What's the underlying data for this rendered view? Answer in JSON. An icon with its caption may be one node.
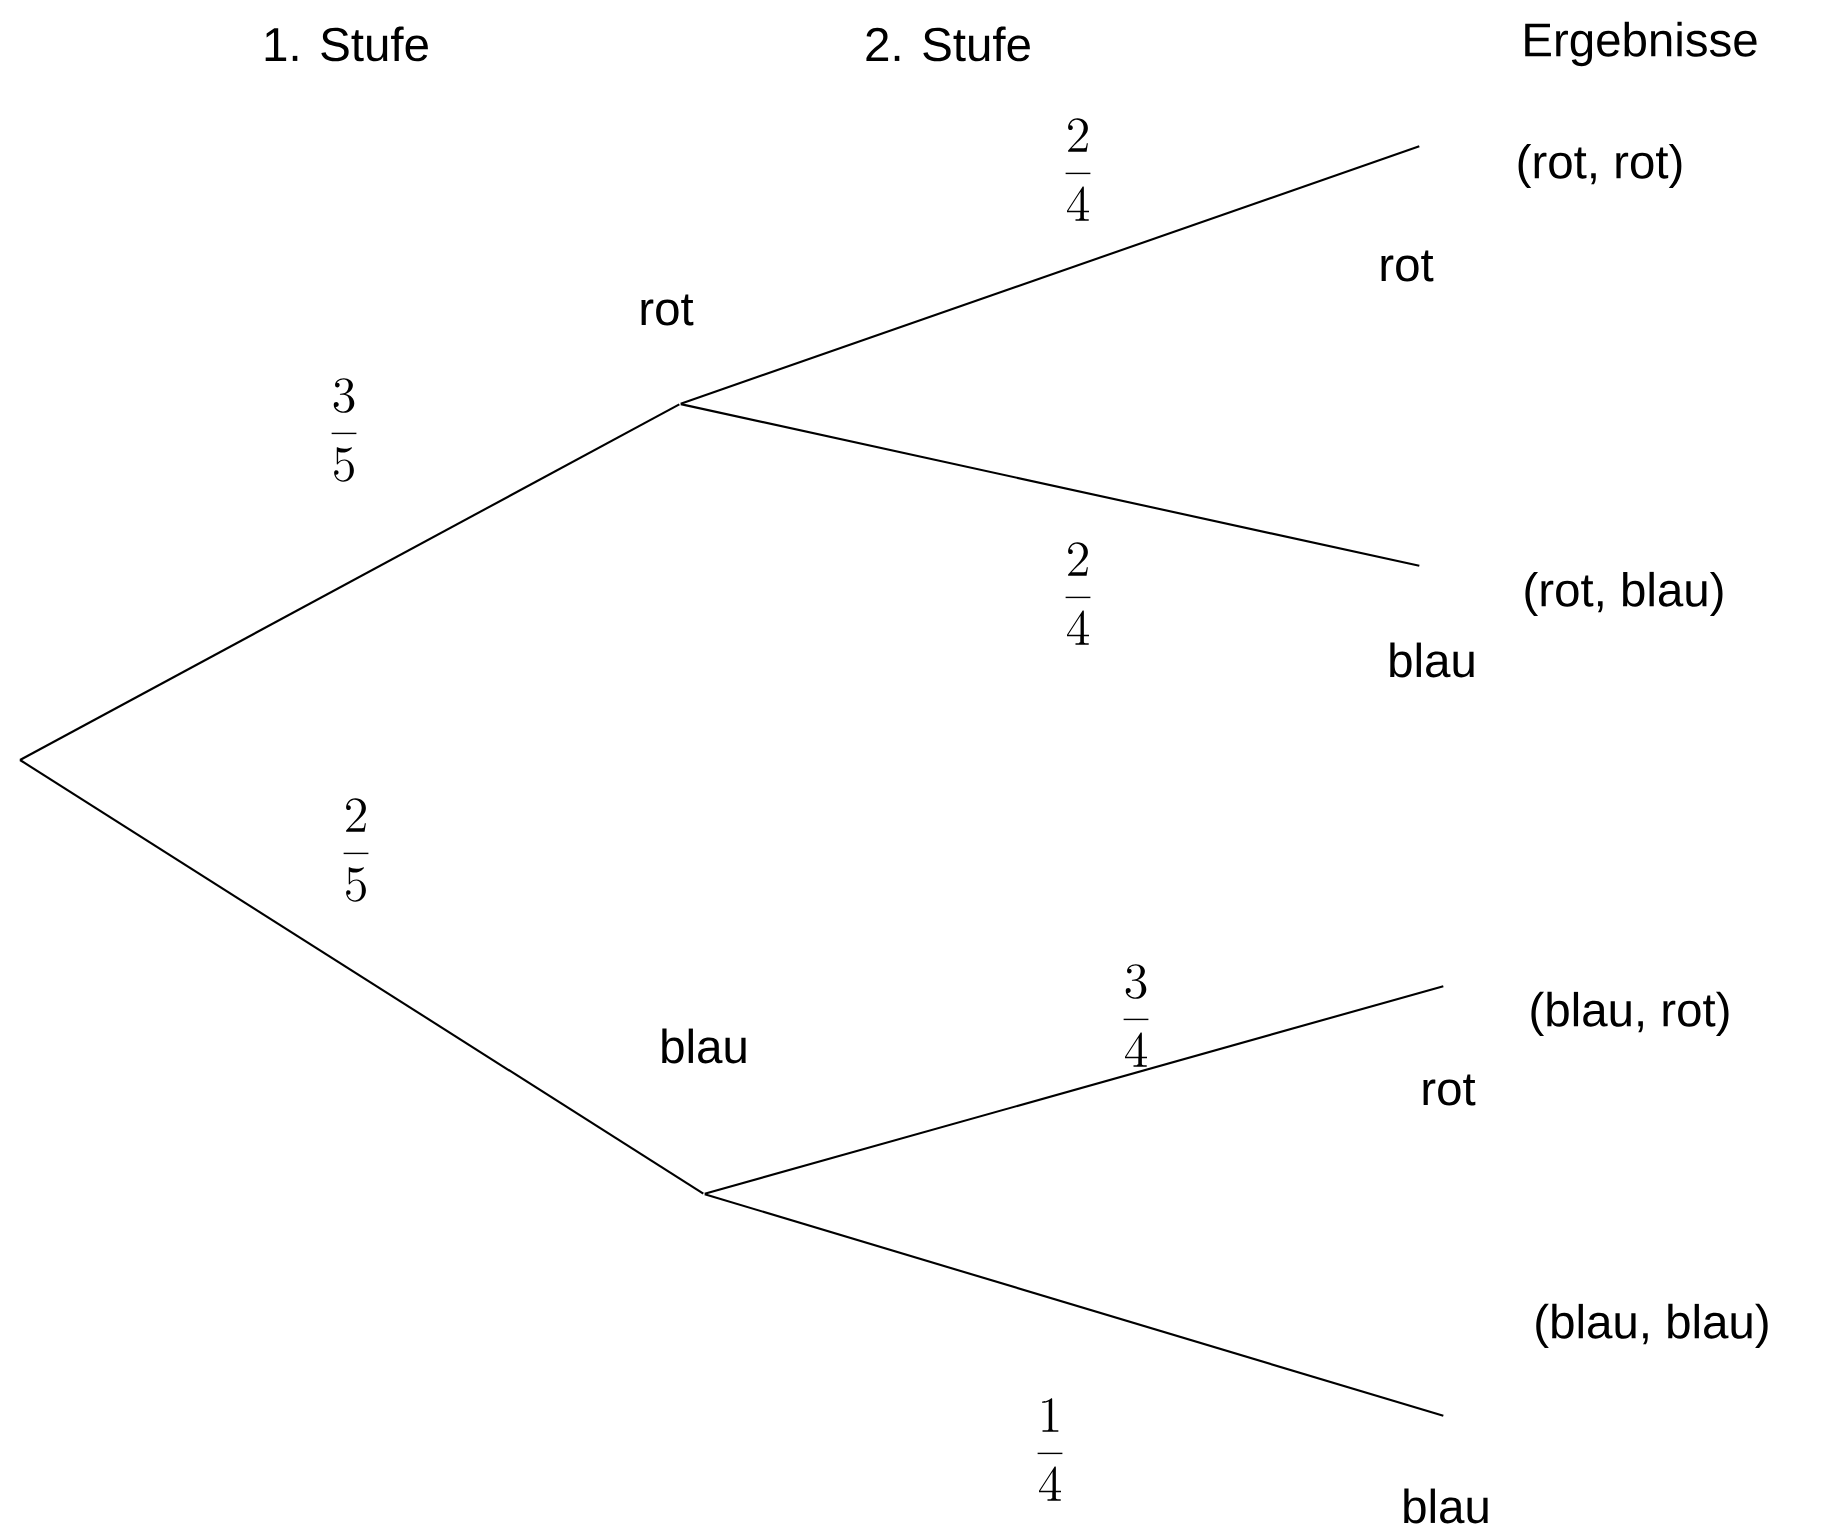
{
  "diagram": {
    "nodes": [
      {
        "text": [],
        "shape": "point",
        "beside": [
          "rot"
        ]
      },
      {
        "text": [],
        "shape": "point",
        "beside": [
          "blau"
        ]
      },
      {
        "text": [],
        "shape": "point",
        "beside": [
          "rot",
          "(rot, rot)"
        ]
      },
      {
        "text": [],
        "shape": "point",
        "beside": [
          "blau",
          "(rot, blau)"
        ]
      },
      {
        "text": [],
        "shape": "point",
        "beside": [
          "rot",
          "(blau, rot)"
        ]
      },
      {
        "text": [],
        "shape": "point",
        "beside": [
          "blau",
          "(blau, blau)"
        ]
      }
    ],
    "edges": [
      {
        "from": null,
        "to": 0,
        "arrow": "none",
        "label": "\\frac{3}{5}"
      },
      {
        "from": null,
        "to": 1,
        "arrow": "none",
        "label": "\\frac{2}{5}"
      },
      {
        "from": 0,
        "to": 2,
        "arrow": "none",
        "label": "\\frac{2}{4}"
      },
      {
        "from": 0,
        "to": 3,
        "arrow": "none",
        "label": "\\frac{2}{4}"
      },
      {
        "from": 1,
        "to": 4,
        "arrow": "none",
        "label": "\\frac{3}{4}"
      },
      {
        "from": 1,
        "to": 5,
        "arrow": "none",
        "label": "\\frac{1}{4}"
      }
    ],
    "labels": [
      "1. Stufe",
      "2. Stufe",
      "Ergebnisse"
    ]
  }
}
